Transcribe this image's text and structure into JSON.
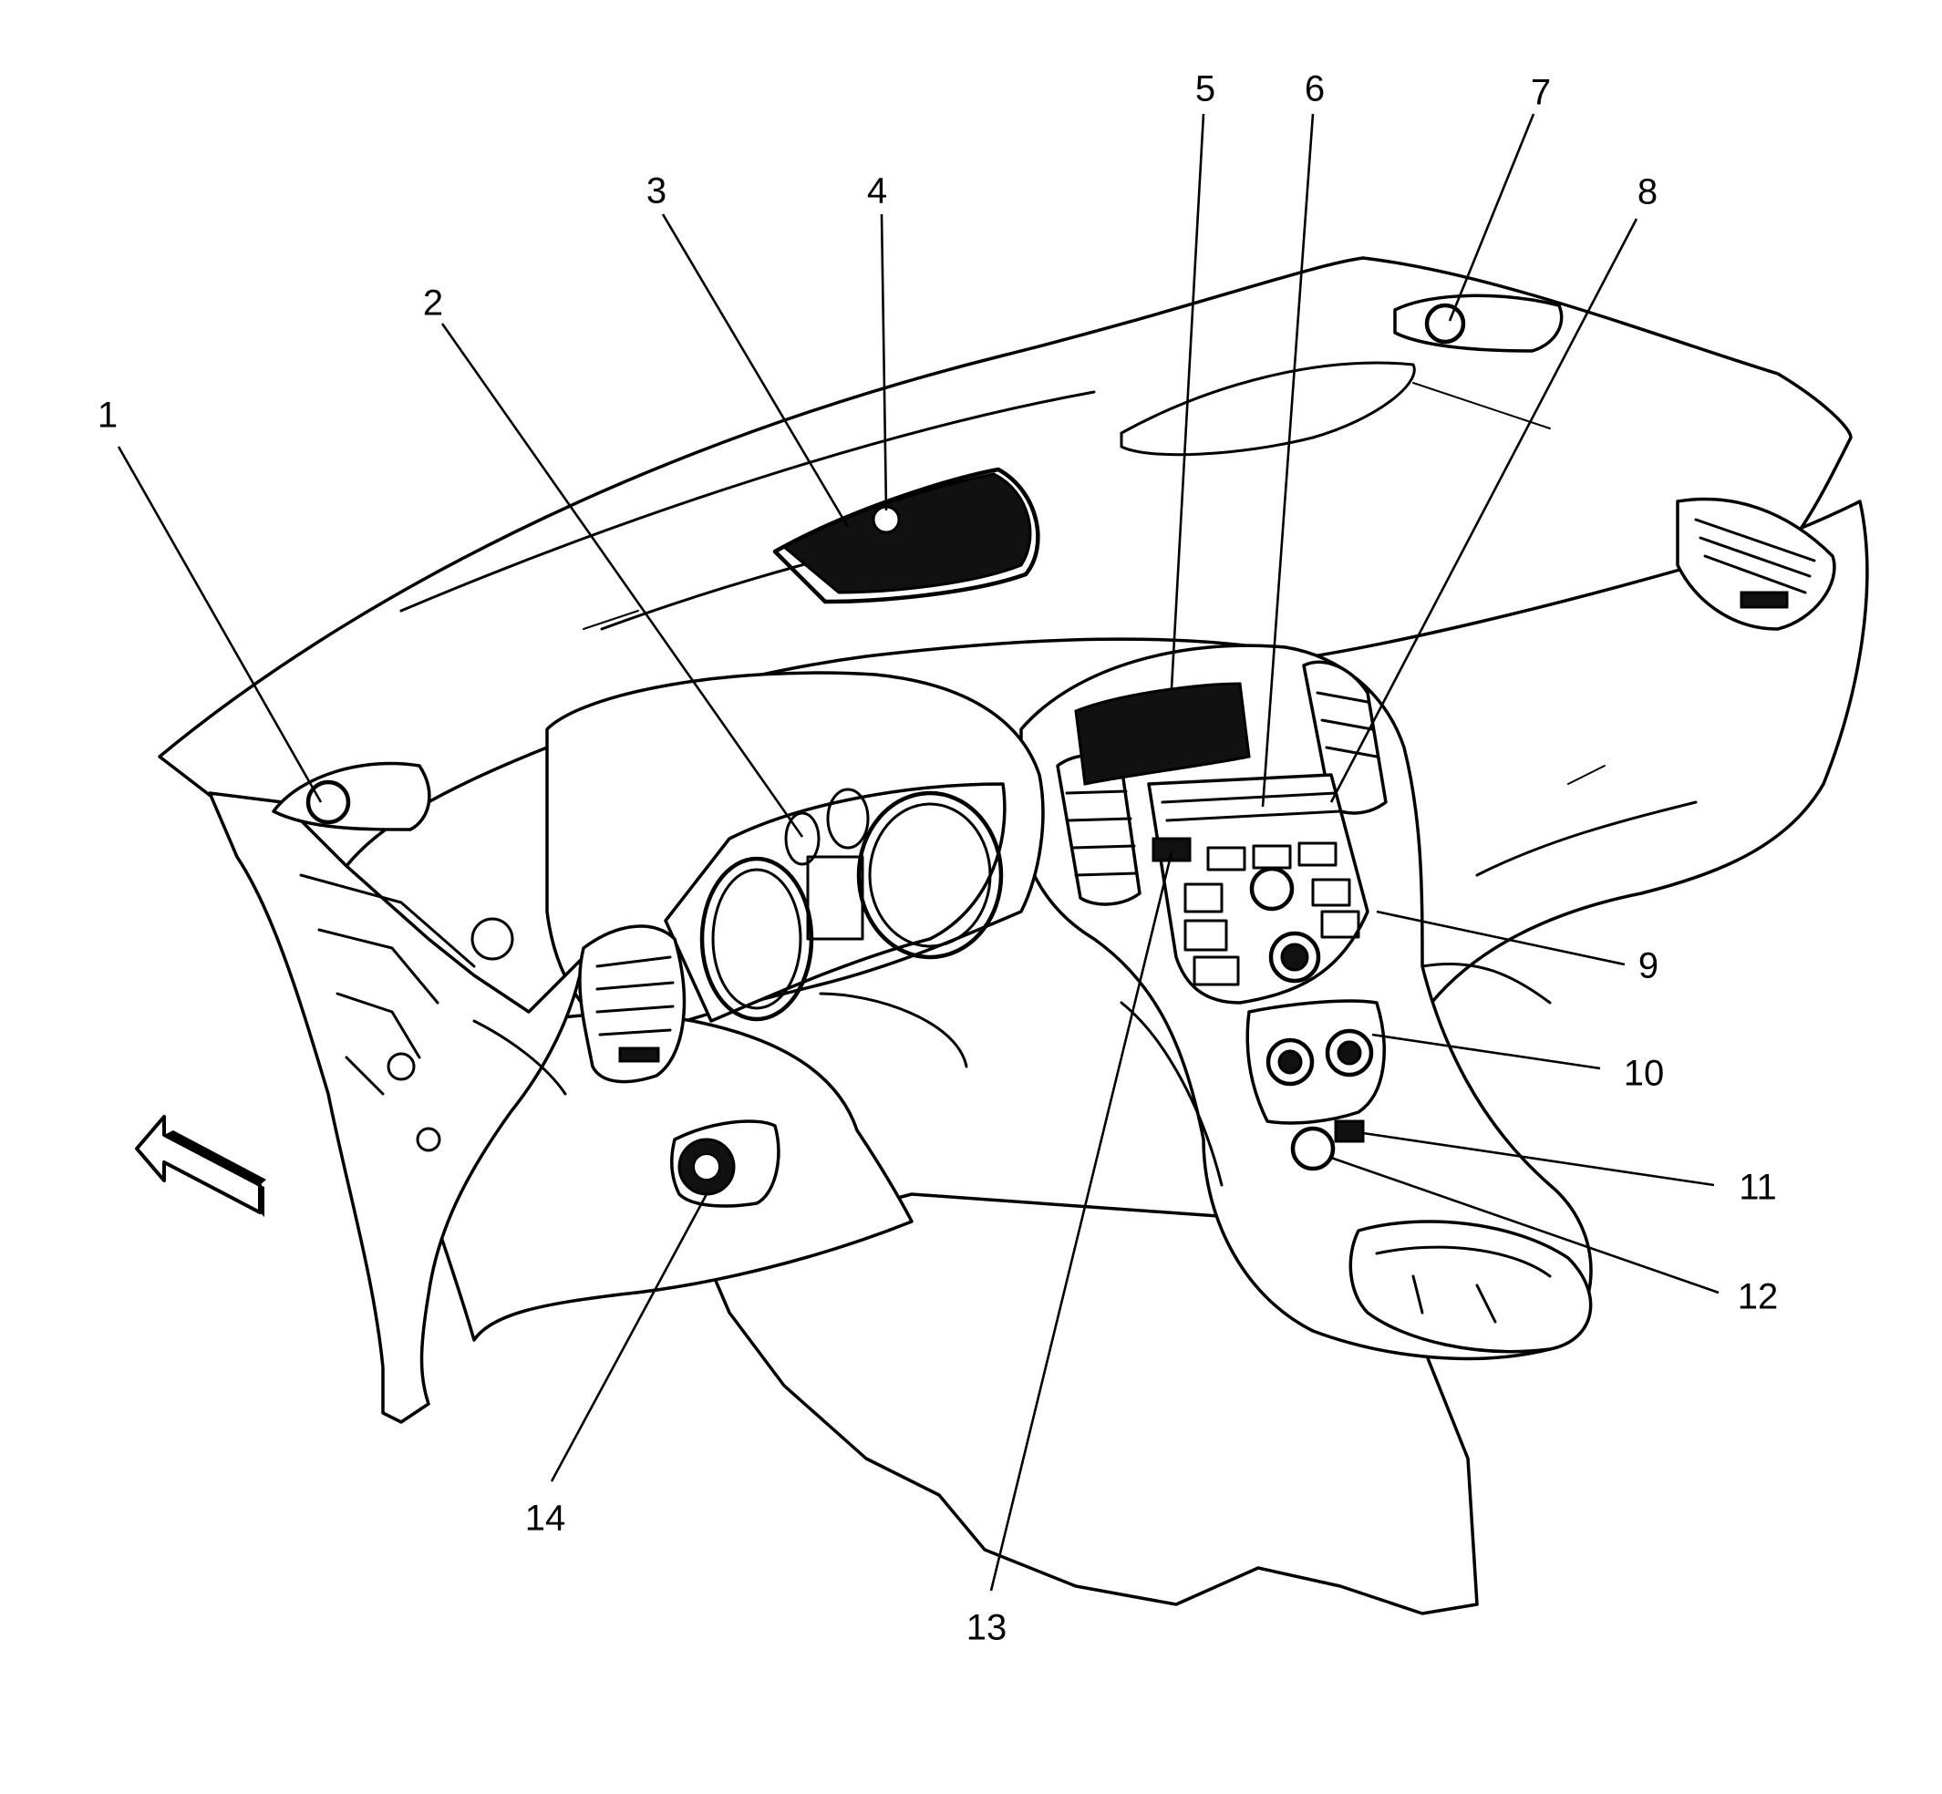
{
  "callouts": [
    {
      "id": "1",
      "label": "1"
    },
    {
      "id": "2",
      "label": "2"
    },
    {
      "id": "3",
      "label": "3"
    },
    {
      "id": "4",
      "label": "4"
    },
    {
      "id": "5",
      "label": "5"
    },
    {
      "id": "6",
      "label": "6"
    },
    {
      "id": "7",
      "label": "7"
    },
    {
      "id": "8",
      "label": "8"
    },
    {
      "id": "9",
      "label": "9"
    },
    {
      "id": "10",
      "label": "10"
    },
    {
      "id": "11",
      "label": "11"
    },
    {
      "id": "12",
      "label": "12"
    },
    {
      "id": "13",
      "label": "13"
    },
    {
      "id": "14",
      "label": "14"
    }
  ],
  "icons": {
    "direction": "front-direction-arrow-icon"
  },
  "colors": {
    "line": "#000000",
    "background": "#ffffff"
  }
}
